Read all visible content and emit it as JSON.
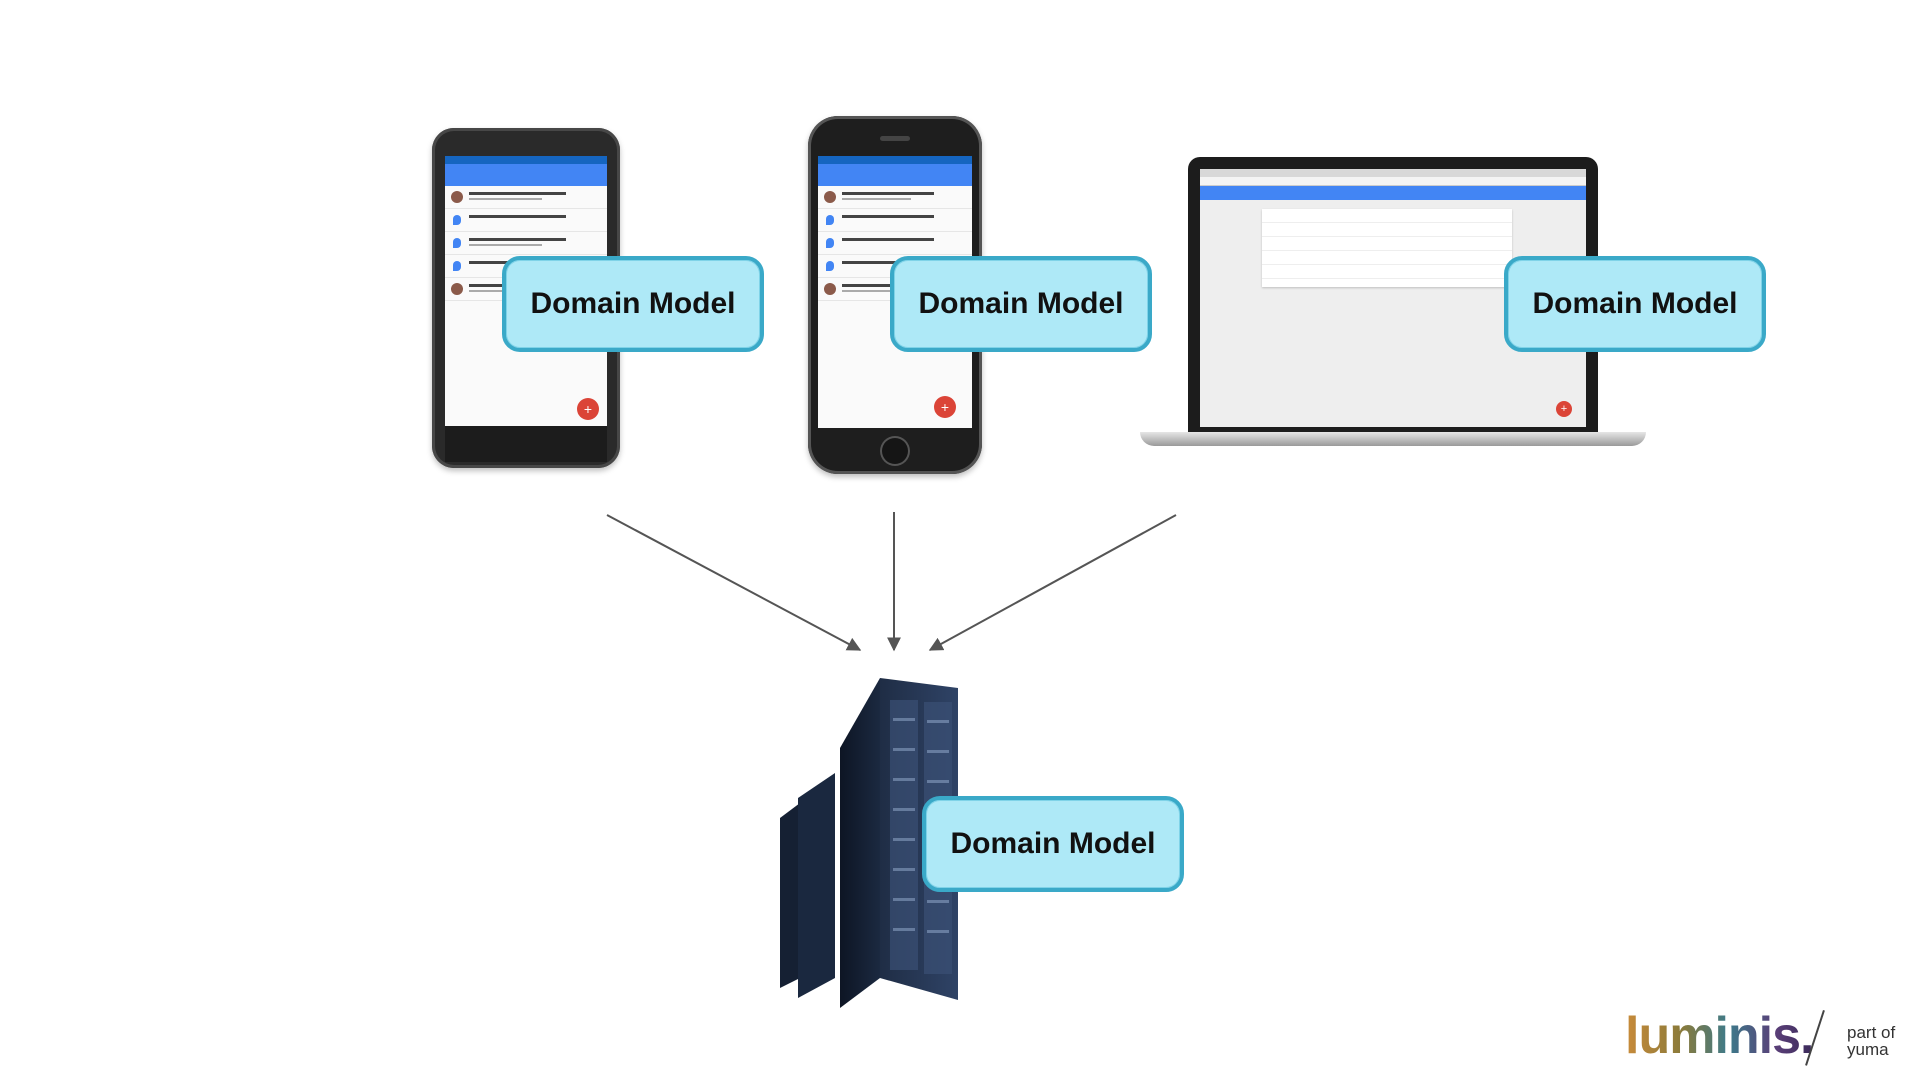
{
  "diagram": {
    "client_label": "Domain Model",
    "server_label": "Domain Model"
  },
  "devices": [
    {
      "name": "android-phone",
      "label": "Domain Model"
    },
    {
      "name": "iphone",
      "label": "Domain Model"
    },
    {
      "name": "laptop",
      "label": "Domain Model"
    }
  ],
  "server": {
    "label": "Domain Model"
  },
  "brand": {
    "logo_text": "luminis.",
    "part_of": "part of",
    "parent": "yuma"
  },
  "colors": {
    "label_fill": "#aee9f7",
    "label_border": "#3aa9c8",
    "arrow": "#555555"
  }
}
